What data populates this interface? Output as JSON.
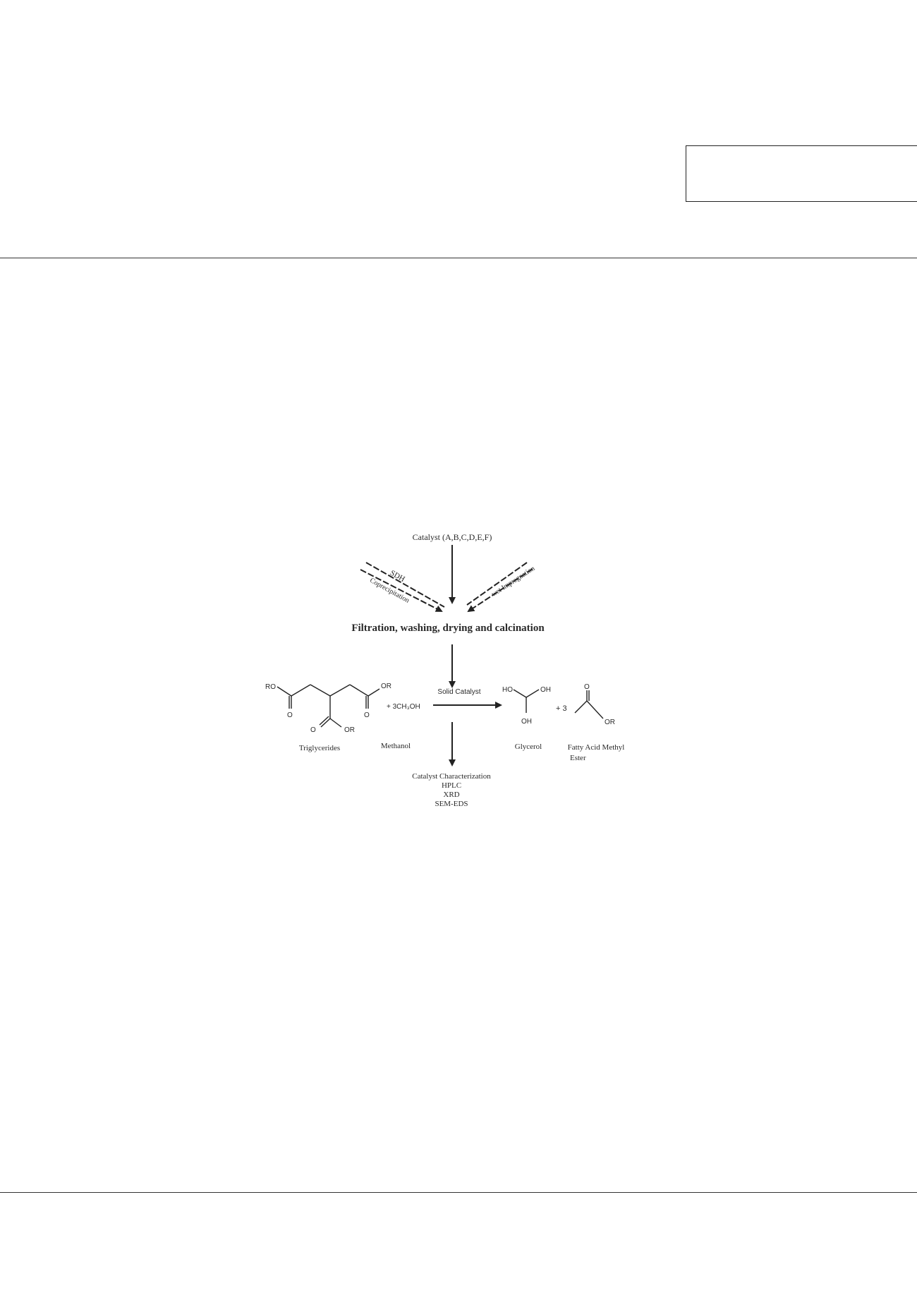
{
  "header": {
    "box_text": ""
  },
  "diagram": {
    "catalyst_label": "Catalyst (A,B,C,D,E,F)",
    "left_route_top": "SDH",
    "left_route_bottom": "Coprecipitation",
    "right_route": "wet Impregnation",
    "process_step": "Filtration, washing, drying and calcination",
    "reaction": {
      "reactant_label": "Triglycerides",
      "methanol_formula": "+ 3CH₃OH",
      "methanol_label": "Methanol",
      "catalyst_over_arrow": "Solid Catalyst",
      "glycerol_label": "Glycerol",
      "plus_three": "+ 3",
      "fame_label_line1": "Fatty Acid Methyl",
      "fame_label_line2": "Ester",
      "atoms": {
        "ro": "RO",
        "or": "OR",
        "o": "O",
        "ho": "HO",
        "oh": "OH"
      }
    },
    "characterization": [
      "Catalyst Characterization",
      "HPLC",
      "XRD",
      "SEM-EDS"
    ]
  }
}
